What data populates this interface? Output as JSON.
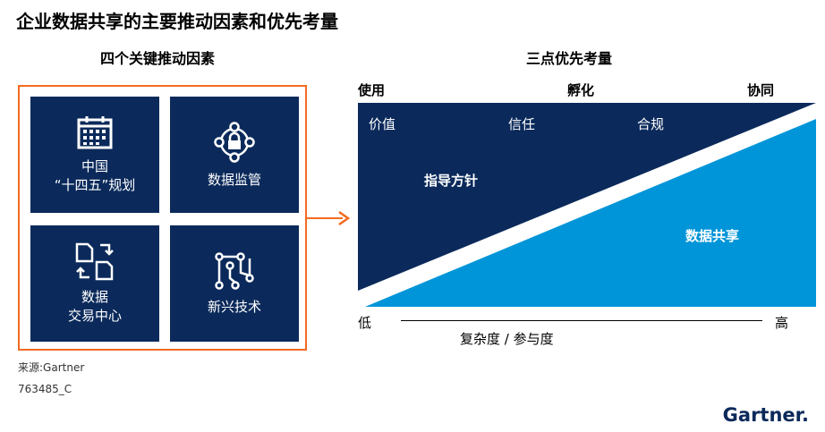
{
  "title": "企业数据共享的主要推动因素和优先考量",
  "left_section": {
    "heading": "四个关键推动因素",
    "tiles": [
      {
        "line1": "中国",
        "line2": "“十四五”规划",
        "icon": "calendar-icon"
      },
      {
        "line1": "数据监管",
        "line2": "",
        "icon": "lock-network-icon"
      },
      {
        "line1": "数据",
        "line2": "交易中心",
        "icon": "document-exchange-icon"
      },
      {
        "line1": "新兴技术",
        "line2": "",
        "icon": "circuit-icon"
      }
    ]
  },
  "right_section": {
    "heading": "三点优先考量",
    "stages": [
      "使用",
      "孵化",
      "协同"
    ],
    "dark_labels": [
      "价值",
      "信任",
      "合规"
    ],
    "dark_title": "指导方针",
    "light_title": "数据共享",
    "axis": {
      "low": "低",
      "high": "高",
      "caption": "复杂度 / 参与度"
    }
  },
  "footer": {
    "source": "来源:Gartner",
    "code": "763485_C"
  },
  "logo": {
    "text": "Gartner",
    "dot": "."
  },
  "colors": {
    "navy": "#0b2a5b",
    "blue": "#0095d9",
    "orange": "#f36b21"
  }
}
